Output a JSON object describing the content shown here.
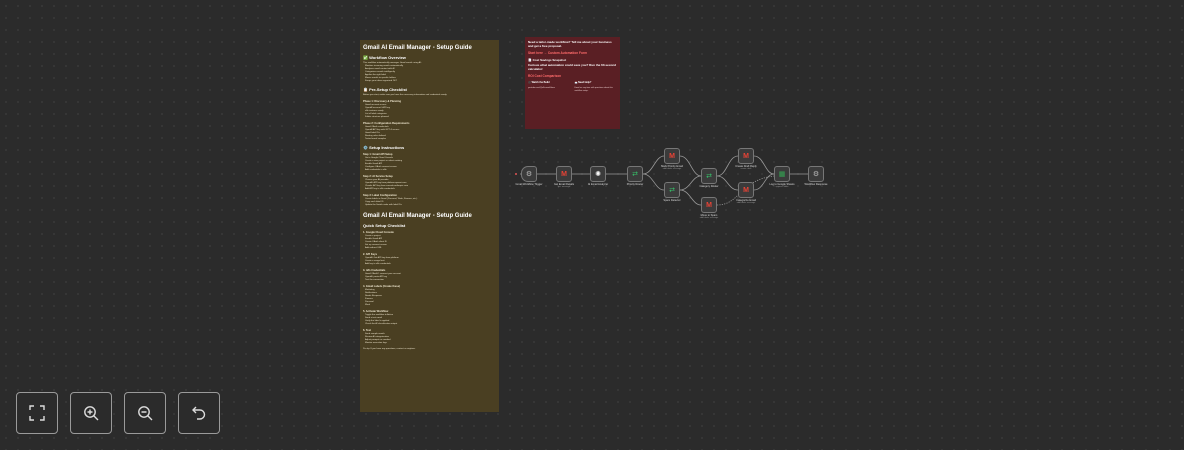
{
  "guide": {
    "title": "Gmail AI Email Manager - Setup Guide",
    "overview_heading": "✅ Workflow Overview",
    "overview_intro": "This workflow automatically manages Gmail emails using AI:",
    "overview_items": [
      "Monitors incoming emails automatically",
      "Analyzes email content with AI",
      "Categorizes emails intelligently",
      "Applies the right label",
      "Moves emails to specific folders",
      "Keeps your inbox organized 24/7"
    ],
    "checklist_heading": "📋 Pre-Setup Checklist",
    "checklist_intro": "Before you start, make sure you have the necessary information and credentials ready.",
    "p1_heading": "Phase 1: Discovery & Planning",
    "p1_items": [
      "Gmail account access",
      "OpenAI account / API key",
      "n8n instance ready",
      "List of label categories",
      "Folder structure planned"
    ],
    "p2_heading": "Phase 2: Configuration Requirements",
    "p2_items": [
      "Gmail OAuth credentials",
      "OpenAI API key with GPT-4 access",
      "Gmail label IDs",
      "Routing rules defined",
      "Tested email samples"
    ],
    "setup_heading": "⚙️ Setup Instructions",
    "s1_heading": "Step 1: Gmail API Setup",
    "s1_items": [
      "Go to Google Cloud Console",
      "Create a new project or select existing",
      "Enable Gmail API",
      "Configure OAuth consent screen",
      "Add credentials in n8n"
    ],
    "s2_heading": "Step 2: AI Service Setup",
    "s2_items": [
      "Choose your AI provider",
      "OpenAI: API key from platform.openai.com",
      "Claude: API key from console.anthropic.com",
      "Add API key to n8n credentials"
    ],
    "s3_heading": "Step 3: Label Configuration",
    "s3_items": [
      "Create labels in Gmail (Personal, Work, Finance, etc.)",
      "Copy each label ID",
      "Update the Switch node with label IDs"
    ],
    "title2": "Gmail AI Email Manager - Setup Guide",
    "quick_heading": "Quick Setup Checklist",
    "q1_heading": "1. Google Cloud Console",
    "q1_items": [
      "Create a project",
      "Enable Gmail API",
      "Create OAuth client ID",
      "Set up consent screen",
      "Add redirect URL"
    ],
    "q2_heading": "2. API Keys",
    "q2_items": [
      "OpenAI: Get API key from platform",
      "Create a usage limit",
      "Add key to n8n credentials"
    ],
    "q3_heading": "3. n8n Credentials",
    "q3_items": [
      "Gmail OAuth2: connect your account",
      "OpenAI: paste API key",
      "Test the connection"
    ],
    "q4_heading": "4. Gmail Labels (Create these)",
    "q4_items": [
      "Marketing",
      "Notifications",
      "Needs Response",
      "Finance",
      "Personal",
      "Work"
    ],
    "q5_heading": "5. Activate Workflow",
    "q5_items": [
      "Toggle the workflow to Active",
      "Send a test email",
      "Verify the label is applied",
      "Check the AI classification output"
    ],
    "q6_heading": "6. Test",
    "q6_items": [
      "Send sample emails",
      "Review AI categorization",
      "Adjust prompts as needed",
      "Monitor execution logs"
    ],
    "footer": "Pro tip: If you have any questions, contact us anytime."
  },
  "promo": {
    "line1": "Need a tailor-made workflow? Tell me about your business and get a free proposal.",
    "cta": "Start here → Custom Automation Form",
    "line2": "📄 Cost Savings Snapshot",
    "line3": "Curious what automation could save you? Run the 60-second calculator:",
    "cta2": "ROI Cost Comparison",
    "col1_title": "🎥 Watch the Build",
    "col1_text": "youtube.com/@n8n-workflows",
    "col2_title": "📩 Need Help?",
    "col2_text": "Email us any time with questions about this workflow setup."
  },
  "nodes": [
    {
      "id": "n1",
      "label": "Gmail Workflow Trigger",
      "sub": "",
      "icon": "⚙",
      "color": "#bbbbbb"
    },
    {
      "id": "n2",
      "label": "Get Email Details",
      "sub": "get: message",
      "icon": "M",
      "color": "#ea4335"
    },
    {
      "id": "n3",
      "label": "AI Email Analyzer",
      "sub": "",
      "icon": "✺",
      "color": "#ffffff"
    },
    {
      "id": "n4",
      "label": "Priority Router",
      "sub": "",
      "icon": "⇄",
      "color": "#35c46a"
    },
    {
      "id": "n5",
      "label": "Mark Priority Email",
      "sub": "addLabels: message",
      "icon": "M",
      "color": "#ea4335"
    },
    {
      "id": "n6",
      "label": "Spam Detector",
      "sub": "",
      "icon": "M",
      "color": "#ea4335"
    },
    {
      "id": "n7",
      "label": "Category Router",
      "sub": "",
      "icon": "⇄",
      "color": "#35c46a"
    },
    {
      "id": "n8",
      "label": "Move to Spam",
      "sub": "addLabels: message",
      "icon": "M",
      "color": "#ea4335"
    },
    {
      "id": "n9",
      "label": "Create Draft Reply",
      "sub": "create: draft",
      "icon": "M",
      "color": "#ea4335"
    },
    {
      "id": "n10",
      "label": "Categorize Email",
      "sub": "addLabels: message",
      "icon": "M",
      "color": "#ea4335"
    },
    {
      "id": "n11",
      "label": "Log to Google Sheets",
      "sub": "append: sheet",
      "icon": "▦",
      "color": "#34a853"
    },
    {
      "id": "n12",
      "label": "Workflow Response",
      "sub": "",
      "icon": "⚙",
      "color": "#bbbbbb"
    }
  ],
  "controls": {
    "fit": "fit-view-icon",
    "zoom_in": "zoom-in-icon",
    "zoom_out": "zoom-out-icon",
    "reset": "undo-icon"
  }
}
